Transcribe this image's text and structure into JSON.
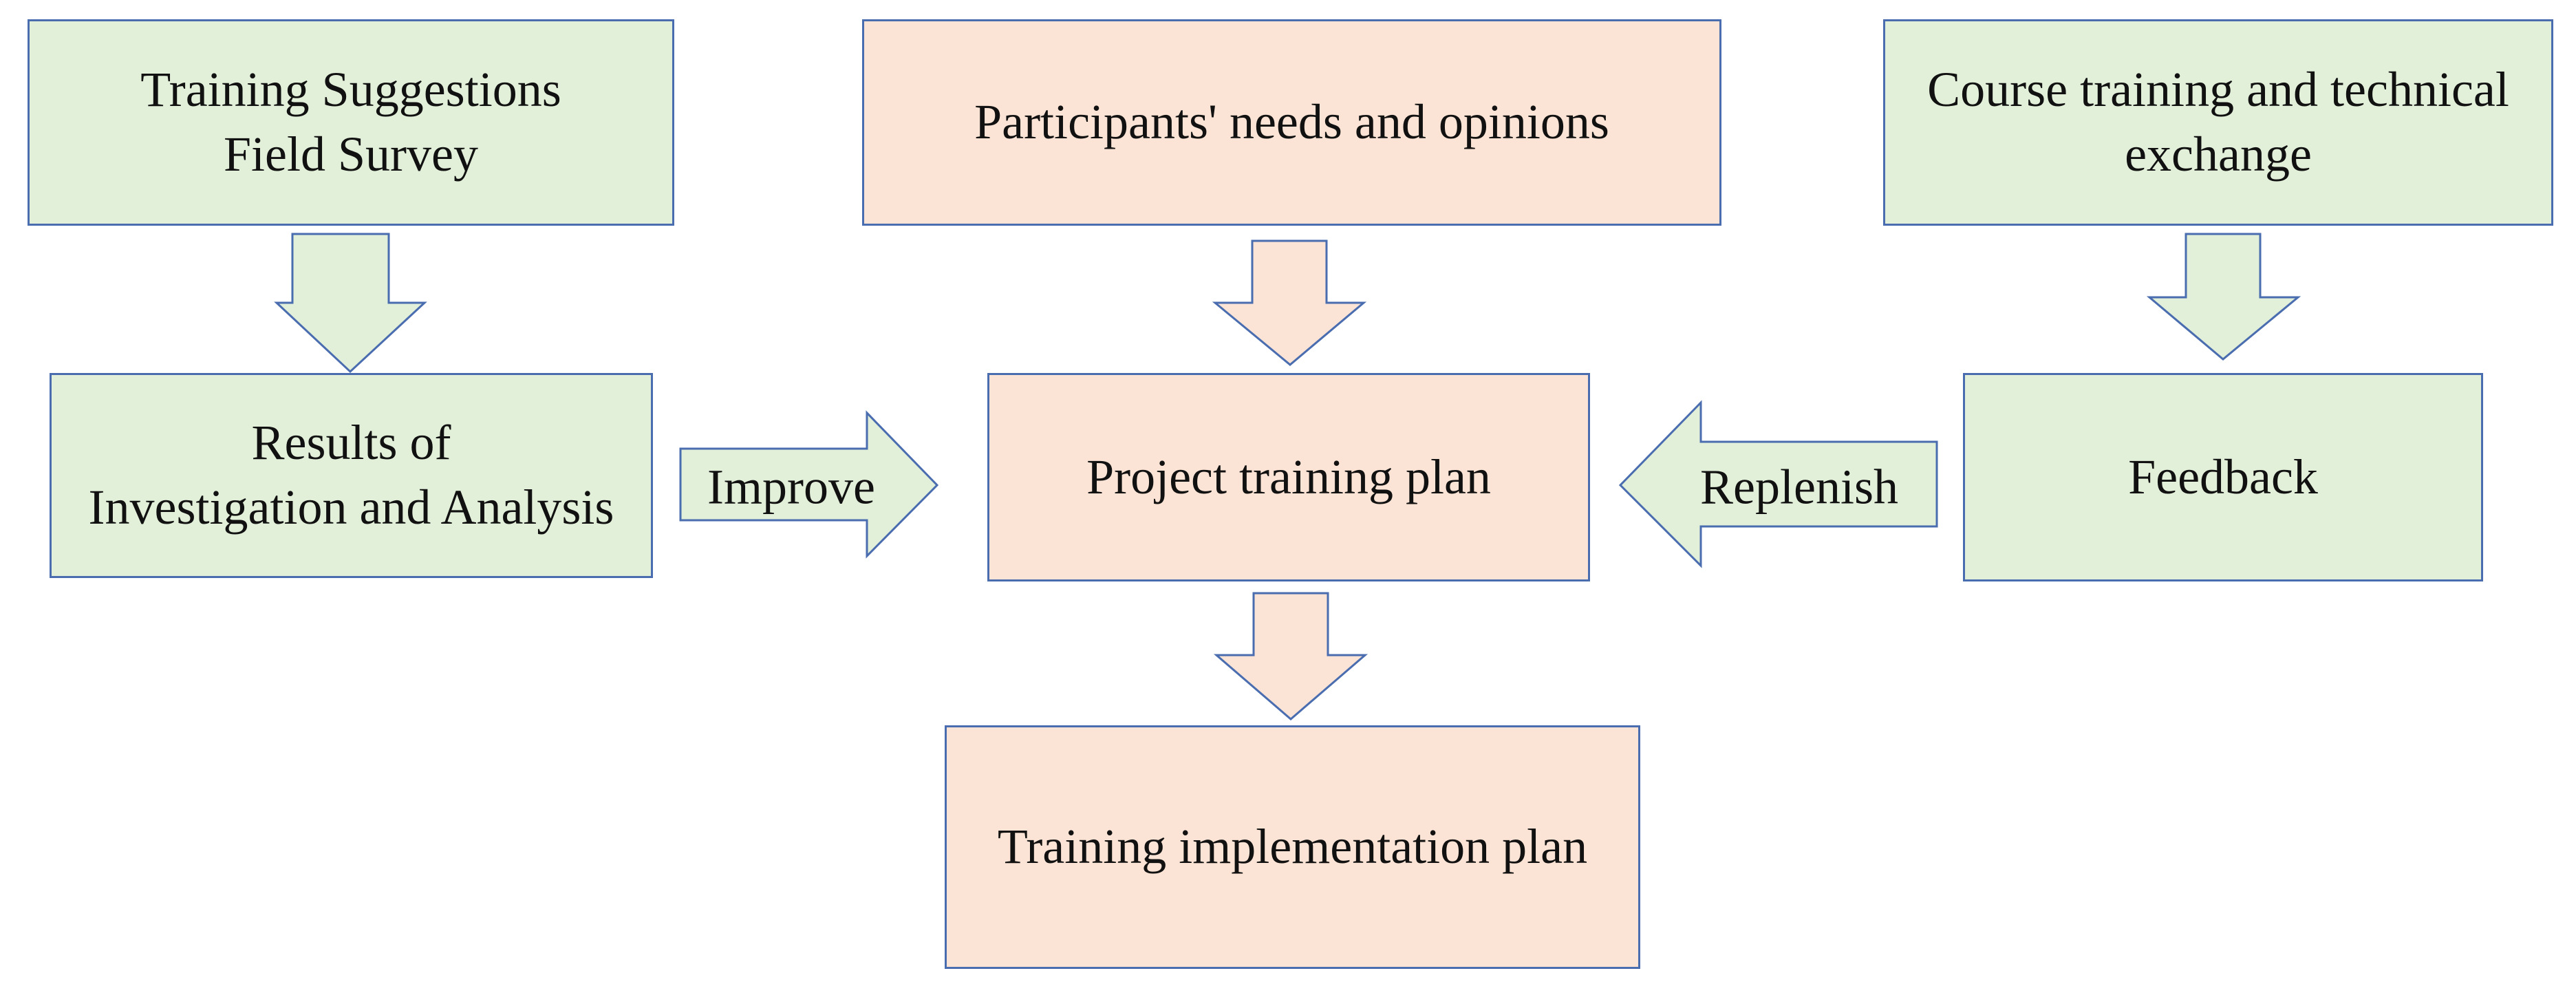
{
  "diagram": {
    "boxes": {
      "survey": {
        "text": "Training Suggestions\nField Survey",
        "color": "#e2efd9"
      },
      "needs": {
        "text": "Participants' needs and opinions",
        "color": "#fbe4d5"
      },
      "course": {
        "text": "Course training and technical\nexchange",
        "color": "#e2efd9"
      },
      "results": {
        "text": "Results of\nInvestigation and Analysis",
        "color": "#e2efd9"
      },
      "project": {
        "text": "Project training plan",
        "color": "#fbe4d5"
      },
      "feedback": {
        "text": "Feedback",
        "color": "#e2efd9"
      },
      "implementation": {
        "text": "Training implementation plan",
        "color": "#fbe4d5"
      }
    },
    "arrows": {
      "improve": {
        "label": "Improve",
        "from": "Results of Investigation and Analysis",
        "to": "Project training plan"
      },
      "replenish": {
        "label": "Replenish",
        "from": "Feedback",
        "to": "Project training plan"
      }
    },
    "colors": {
      "green_fill": "#e2efd9",
      "peach_fill": "#fbe4d5",
      "border": "#4a6db0"
    }
  }
}
